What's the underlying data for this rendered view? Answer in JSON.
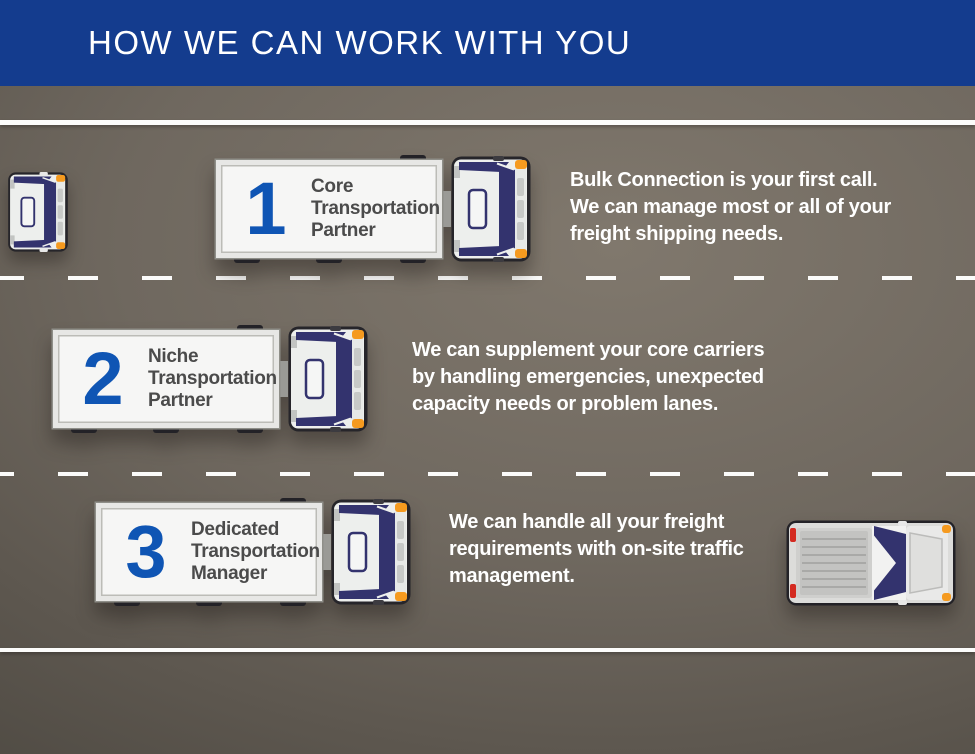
{
  "header": {
    "title": "HOW WE CAN WORK WITH YOU"
  },
  "items": [
    {
      "number": "1",
      "label_lines": [
        "Core",
        "Transportation",
        "Partner"
      ],
      "description_lines": [
        "Bulk Connection is your first call.",
        "We can manage most or all of your",
        "freight shipping needs."
      ]
    },
    {
      "number": "2",
      "label_lines": [
        "Niche",
        "Transportation",
        "Partner"
      ],
      "description_lines": [
        "We can supplement your core carriers",
        "by handling emergencies, unexpected",
        "capacity needs or problem lanes."
      ]
    },
    {
      "number": "3",
      "label_lines": [
        "Dedicated",
        "Transportation",
        "Manager"
      ],
      "description_lines": [
        "We can handle all your freight",
        "requirements with on-site traffic",
        "management."
      ]
    }
  ],
  "icons": {
    "semi_truck_cab": "top-view truck cab with navy windshield, sunroof and orange corner markers",
    "partial_truck_cab": "truck cab entering from left edge",
    "pickup_truck": "top-view pickup truck with ribbed bed"
  },
  "colors": {
    "header_bg": "#143c8e",
    "number_blue": "#0f55b4",
    "label_gray": "#4b4b4b",
    "truck_navy": "#33336e",
    "marker_orange": "#f59a1f",
    "taillight_red": "#d42a20",
    "road_center": "#7b7369",
    "road_edge": "#47433d",
    "lane_line": "#ffffff"
  }
}
